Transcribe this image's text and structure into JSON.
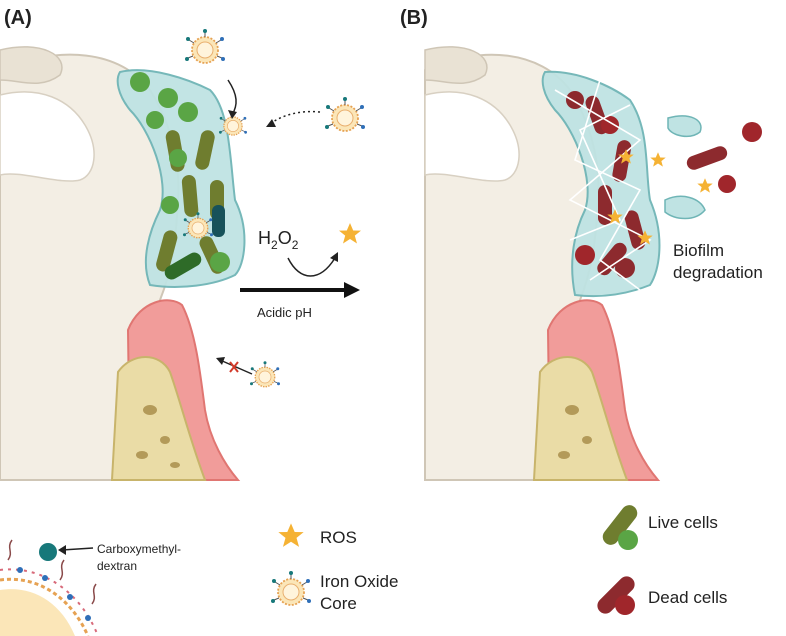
{
  "panels": {
    "a_label": "(A)",
    "b_label": "(B)"
  },
  "reaction": {
    "reagent_main": "H",
    "reagent_sub": "2",
    "reagent_main2": "O",
    "reagent_sub2": "2",
    "condition": "Acidic pH"
  },
  "outcome": {
    "line1": "Biofilm",
    "line2": "degradation"
  },
  "legend": {
    "shell_pointer": "Carboxymethyl-",
    "shell_pointer_2": "dextran",
    "ros": "ROS",
    "core_line1": "Iron Oxide",
    "core_line2": "Core",
    "live": "Live cells",
    "dead": "Dead cells"
  },
  "colors": {
    "enamel": "#f3eee4",
    "gum": "#f19c9a",
    "gum_edge": "#e07672",
    "bone": "#eadca6",
    "biofilm": "#bfe3e3",
    "biofilm_edge": "#6fb5b6",
    "live_cell": "#6f7d2f",
    "live_coccus": "#5aa545",
    "dead_cell": "#8d2a2e",
    "ros": "#f5b234",
    "dextran": "#17787a"
  }
}
